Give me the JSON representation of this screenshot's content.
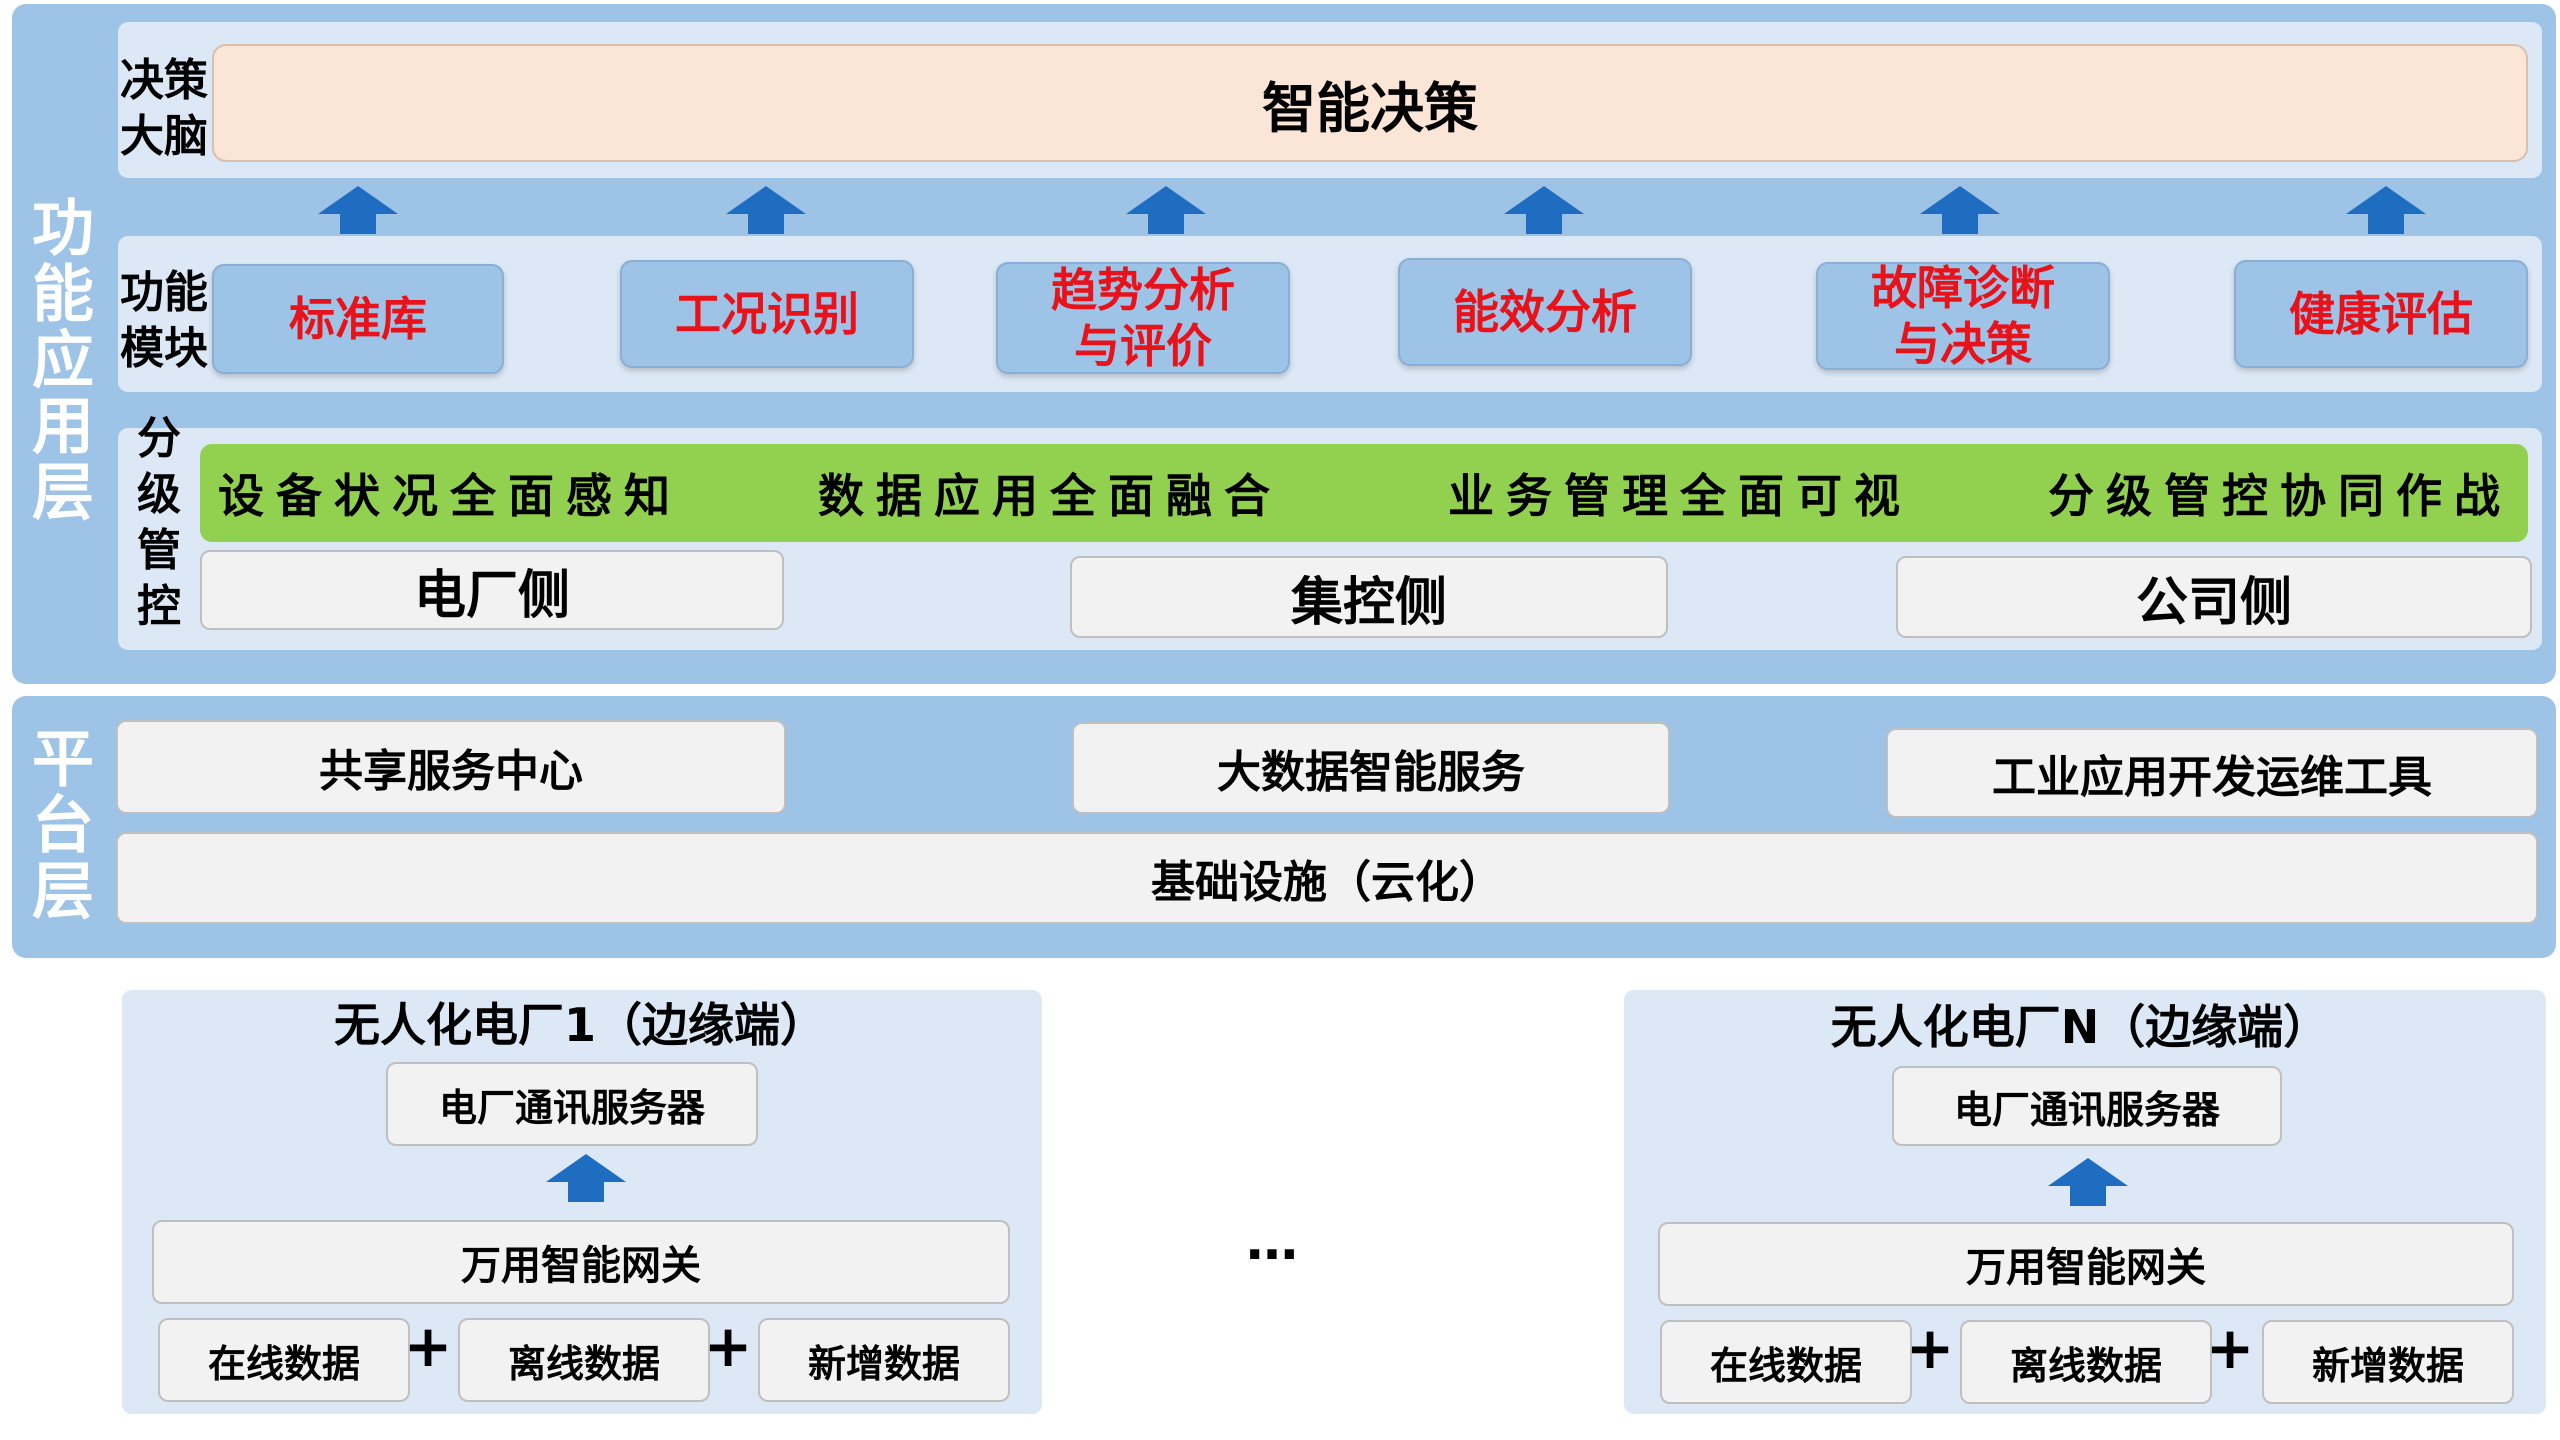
{
  "layers": {
    "function_layer": "功能应用层",
    "platform_layer": "平台层"
  },
  "row_labels": {
    "decision": "决策\n大脑",
    "modules": "功能\n模块",
    "control": "分级\n管控"
  },
  "decision_box": "智能决策",
  "function_modules": [
    "标准库",
    "工况识别",
    "趋势分析\n与评价",
    "能效分析",
    "故障诊断\n与决策",
    "健康评估"
  ],
  "control_features": [
    "设备状况全面感知",
    "数据应用全面融合",
    "业务管理全面可视",
    "分级管控协同作战"
  ],
  "sides": [
    "电厂侧",
    "集控侧",
    "公司侧"
  ],
  "platform_services": [
    "共享服务中心",
    "大数据智能服务",
    "工业应用开发运维工具"
  ],
  "infrastructure": "基础设施（云化）",
  "edge_sites": [
    {
      "title": "无人化电厂1（边缘端）",
      "server": "电厂通讯服务器",
      "gateway": "万用智能网关",
      "data_sources": [
        "在线数据",
        "离线数据",
        "新增数据"
      ],
      "operators": [
        "+",
        "+"
      ]
    },
    {
      "title": "无人化电厂N（边缘端）",
      "server": "电厂通讯服务器",
      "gateway": "万用智能网关",
      "data_sources": [
        "在线数据",
        "离线数据",
        "新增数据"
      ],
      "operators": [
        "+",
        "+"
      ]
    }
  ],
  "ellipsis": "…",
  "colors": {
    "band": "#9dc3e6",
    "inner": "#dce8f5",
    "module_text": "#e8121b",
    "green_bar": "#92d050",
    "decision_fill": "#fbe5d6",
    "arrow": "#1f6dc0"
  },
  "icons": [
    "arrow-up-icon"
  ]
}
